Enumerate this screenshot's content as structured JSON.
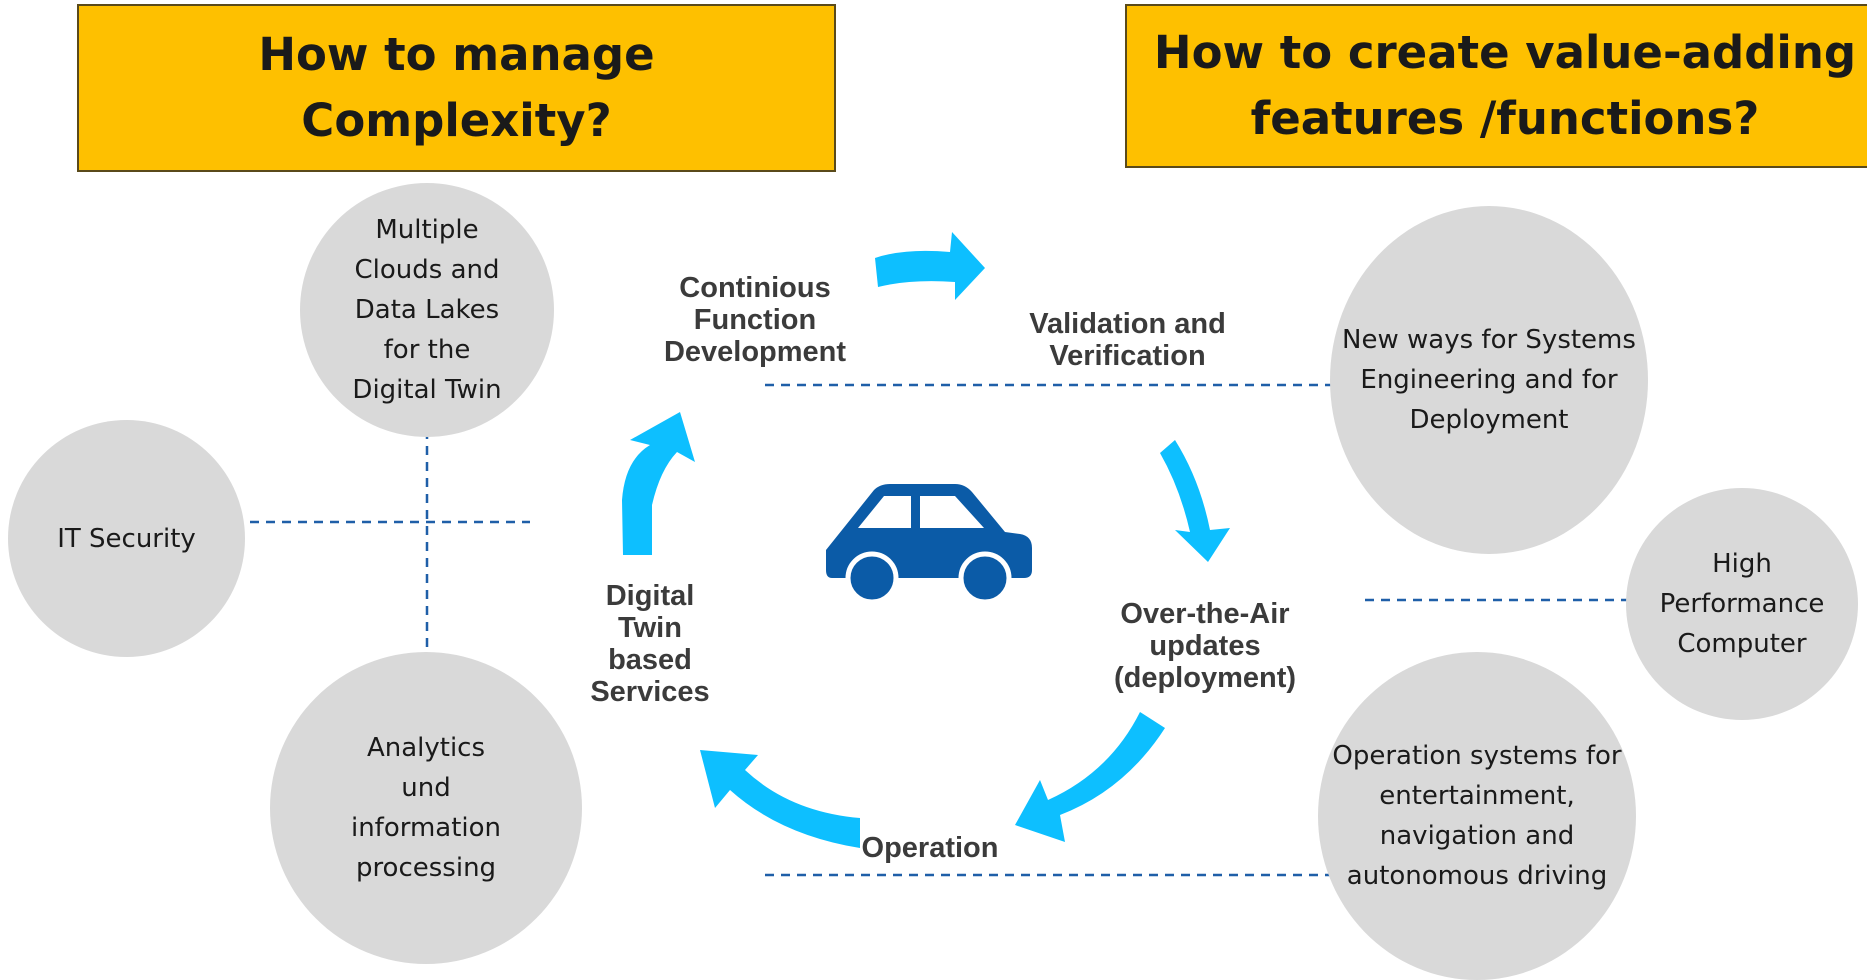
{
  "headers": {
    "left": "How to manage\nComplexity?",
    "right": "How to create value-adding\nfeatures /functions?"
  },
  "circles": {
    "clouds": "Multiple\nClouds and\nData Lakes\nfor the\nDigital Twin",
    "it_security": "IT Security",
    "analytics": "Analytics\nund\ninformation\nprocessing",
    "systems_engineering": "New ways for Systems\nEngineering and for\nDeployment",
    "hpc": "High\nPerformance\nComputer",
    "operation_systems": "Operation systems for\nentertainment,\nnavigation and\nautonomous driving"
  },
  "cycle": {
    "development": "Continious\nFunction\nDevelopment",
    "validation": "Validation and\nVerification",
    "ota": "Over-the-Air\nupdates\n(deployment)",
    "operation": "Operation",
    "digital_twin": "Digital\nTwin\nbased\nServices"
  },
  "colors": {
    "header_bg": "#fec000",
    "arrow": "#0dbfff",
    "car": "#0b5ba7",
    "circle": "#d9d9d9",
    "dash": "#1f5fa8"
  },
  "icons": {
    "vehicle": "car-icon"
  }
}
